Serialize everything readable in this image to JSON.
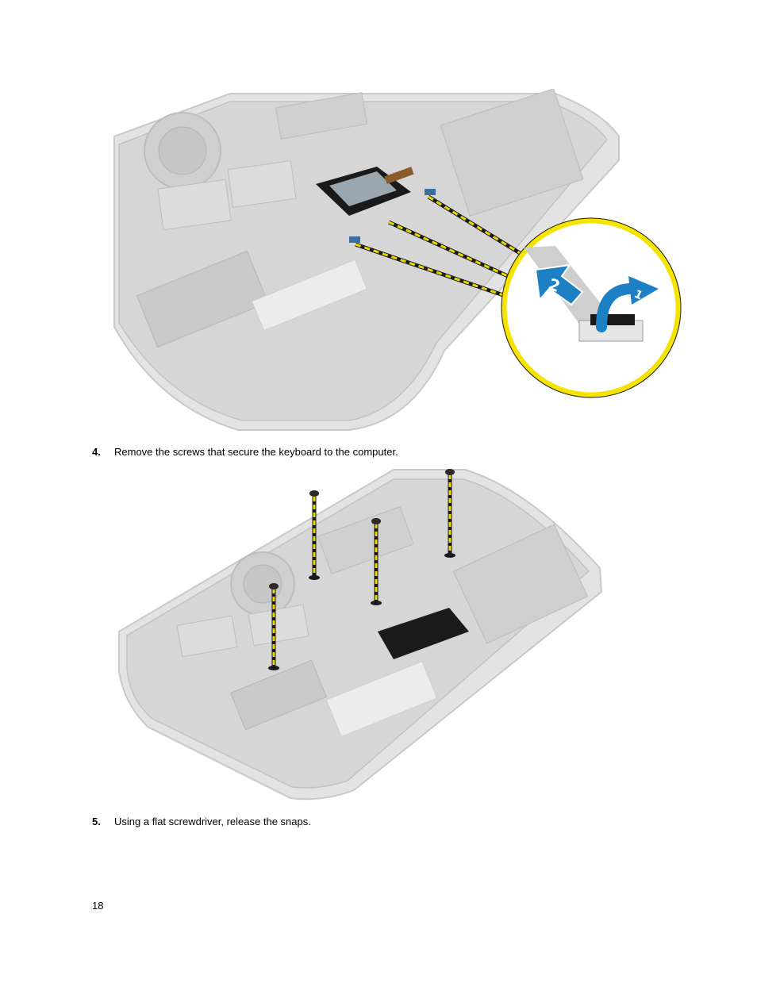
{
  "steps": [
    {
      "number": "4.",
      "text": "Remove the screws that secure the keyboard to the computer."
    },
    {
      "number": "5.",
      "text": "Using a flat screwdriver, release the snaps."
    }
  ],
  "callout": {
    "arrow_1": "1",
    "arrow_2": "2"
  },
  "page_number": "18",
  "colors": {
    "callout_ring": "#f5e400",
    "arrow_blue": "#1d7fc4",
    "chassis": "#d9d9d9",
    "guide_line": "#e8d800"
  },
  "icons": [
    "screw-icon",
    "arrow-icon",
    "connector-icon"
  ]
}
